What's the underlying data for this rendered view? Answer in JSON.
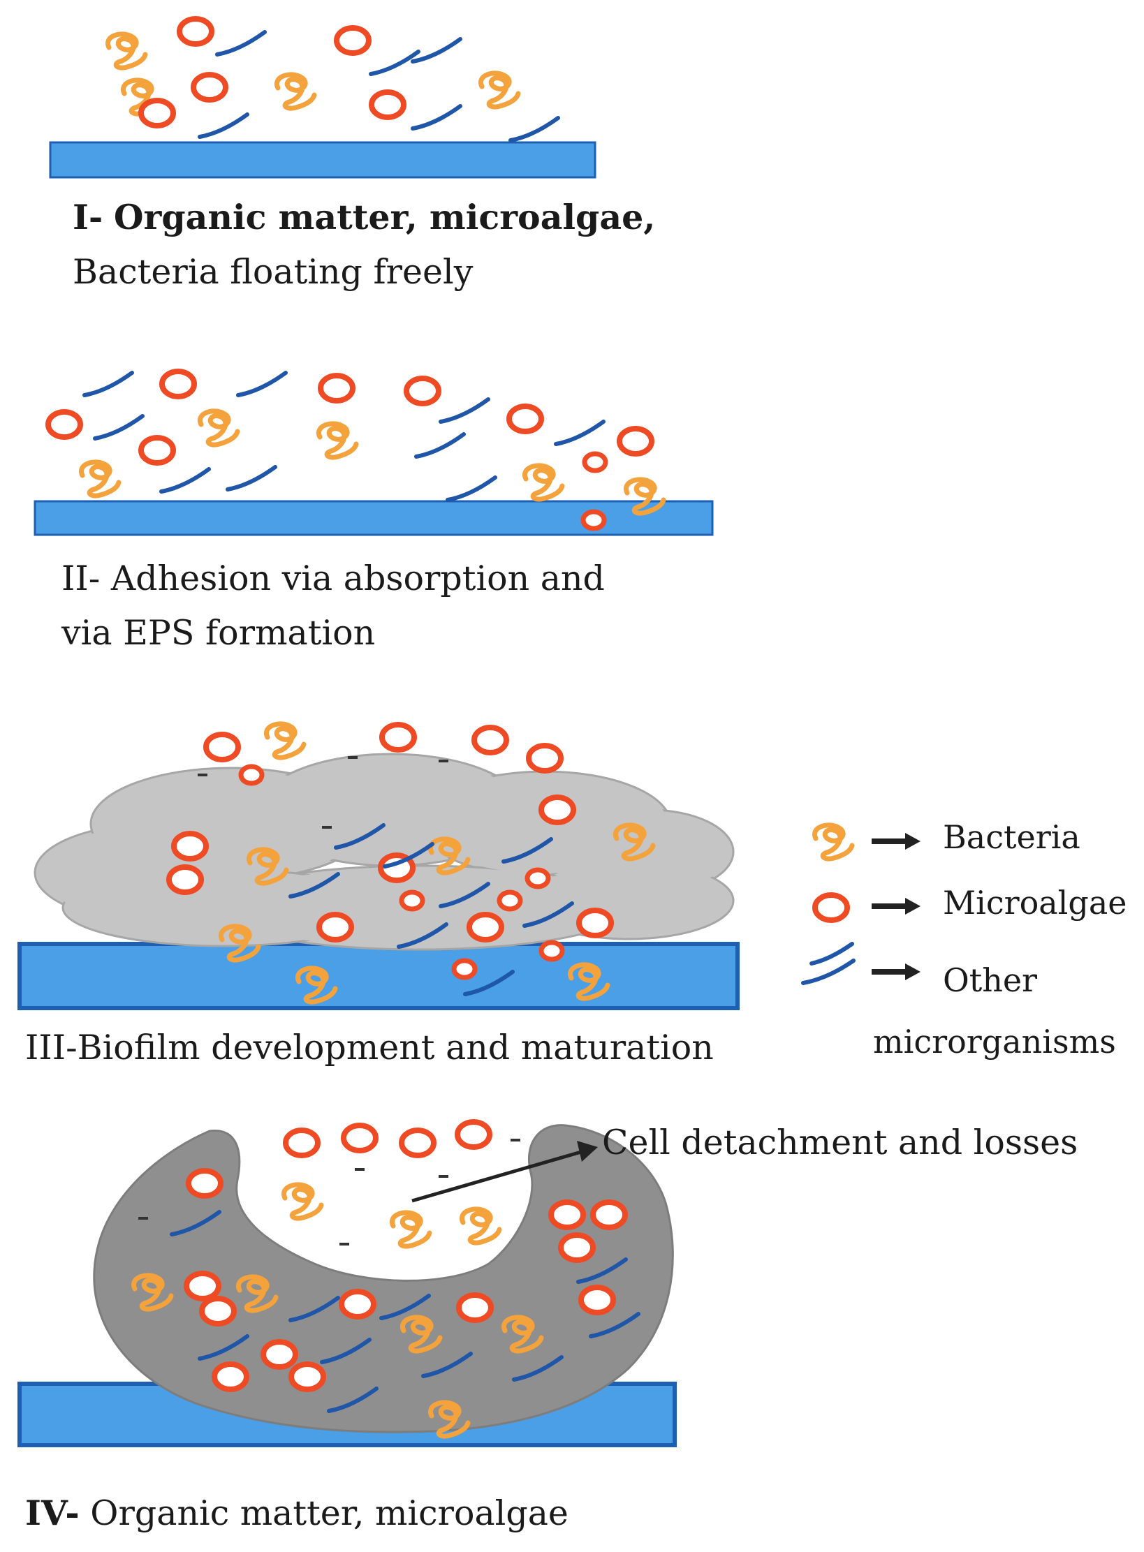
{
  "stages": [
    {
      "roman": "I-",
      "lines": [
        "Organic matter, microalgae,",
        "Bacteria floating freely"
      ]
    },
    {
      "roman": "II-",
      "lines": [
        "Adhesion via absorption and",
        "via EPS formation"
      ]
    },
    {
      "roman": "III-",
      "lines": [
        "Biofilm development and maturation"
      ]
    },
    {
      "roman": "IV-",
      "lines": [
        "Organic matter, microalgae"
      ]
    }
  ],
  "annotation": "Cell detachment and losses",
  "legend": [
    {
      "icon": "bacteria-icon",
      "label": "Bacteria"
    },
    {
      "icon": "microalgae-icon",
      "label": "Microalgae"
    },
    {
      "icon": "other-microorganisms-icon",
      "label": "Other microrganisms"
    }
  ],
  "colors": {
    "substrate": "#4a9fe6",
    "substrate_border": "#1f5fb3",
    "bacteria": "#f4a23c",
    "microalgae": "#ee4a24",
    "other_microorganisms": "#1f56a8",
    "biofilm_mature": "#c5c5c5",
    "biofilm_detaching": "#8f8f8f"
  }
}
